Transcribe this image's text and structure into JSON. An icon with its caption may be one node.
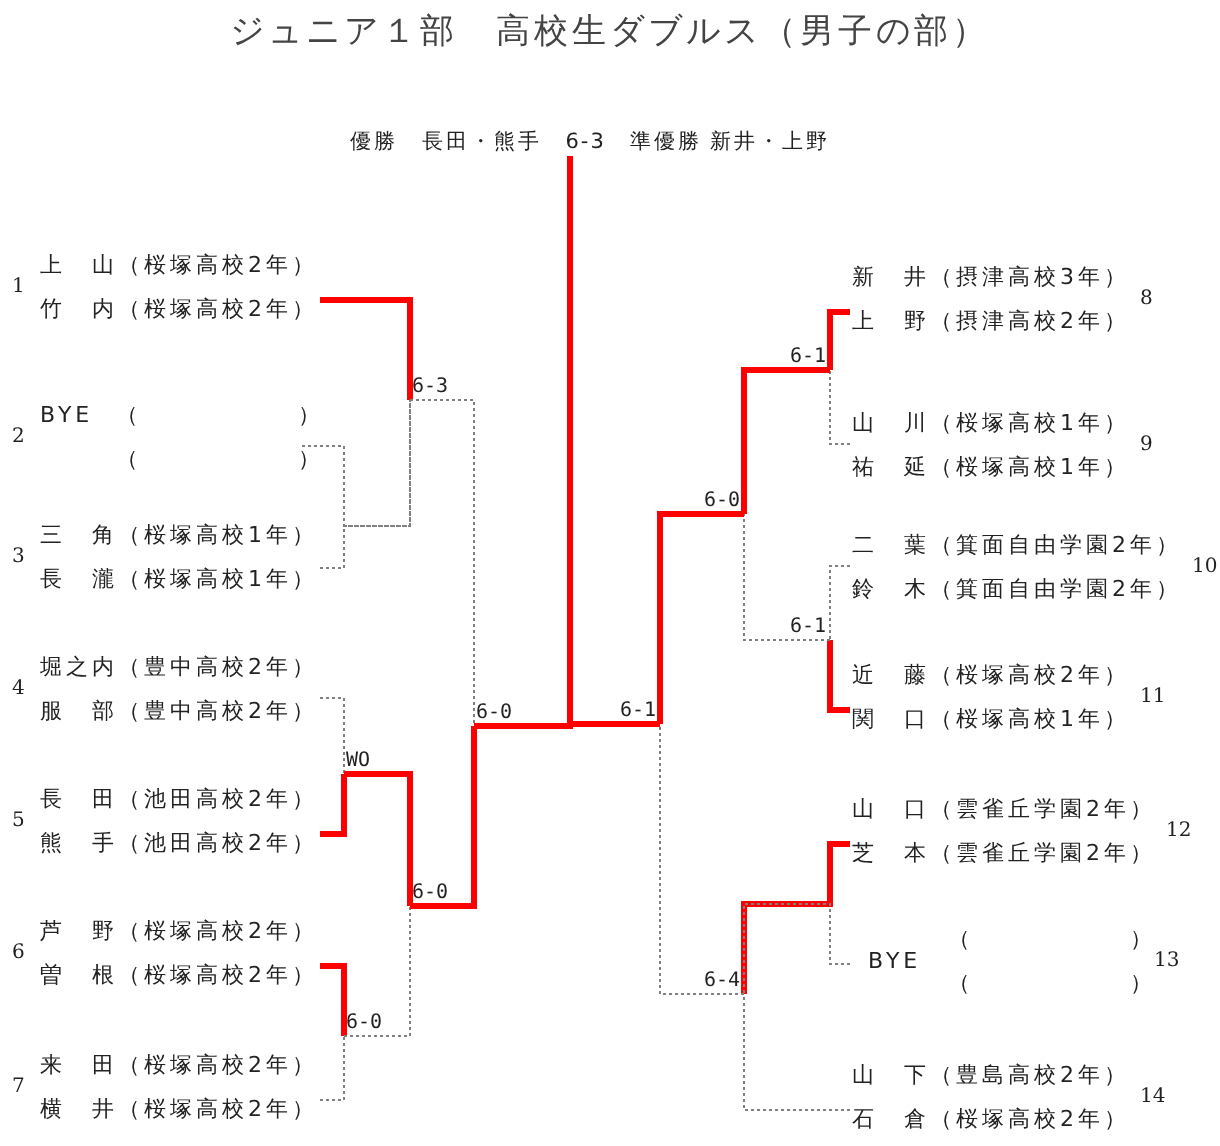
{
  "diagram": {
    "title": "ジュニア１部　高校生ダブルス（男子の部）",
    "nodes": [
      {
        "text": [
          "優勝　長田・熊手　6-3　準優勝 新井・上野"
        ]
      },
      {
        "text": [
          "上　山（桜塚高校2年）",
          "竹　内（桜塚高校2年）"
        ],
        "beside": [
          "1"
        ]
      },
      {
        "text": [
          "BYE",
          "（　　　　　　）",
          "（　　　　　　）"
        ],
        "beside": [
          "2"
        ]
      },
      {
        "text": [
          "三　角（桜塚高校1年）",
          "長　瀧（桜塚高校1年）"
        ],
        "beside": [
          "3"
        ]
      },
      {
        "text": [
          "堀之内（豊中高校2年）",
          "服　部（豊中高校2年）"
        ],
        "beside": [
          "4"
        ]
      },
      {
        "text": [
          "長　田（池田高校2年）",
          "熊　手（池田高校2年）"
        ],
        "beside": [
          "5"
        ]
      },
      {
        "text": [
          "芦　野（桜塚高校2年）",
          "曽　根（桜塚高校2年）"
        ],
        "beside": [
          "6"
        ]
      },
      {
        "text": [
          "来　田（桜塚高校2年）",
          "横　井（桜塚高校2年）"
        ],
        "beside": [
          "7"
        ]
      },
      {
        "text": [
          "新　井（摂津高校3年）",
          "上　野（摂津高校2年）"
        ],
        "beside": [
          "8"
        ]
      },
      {
        "text": [
          "山　川（桜塚高校1年）",
          "祐　延（桜塚高校1年）"
        ],
        "beside": [
          "9"
        ]
      },
      {
        "text": [
          "二　葉（箕面自由学園2年）",
          "鈴　木（箕面自由学園2年）"
        ],
        "beside": [
          "10"
        ]
      },
      {
        "text": [
          "近　藤（桜塚高校2年）",
          "関　口（桜塚高校1年）"
        ],
        "beside": [
          "11"
        ]
      },
      {
        "text": [
          "山　口（雲雀丘学園2年）",
          "芝　本（雲雀丘学園2年）"
        ],
        "beside": [
          "12"
        ]
      },
      {
        "text": [
          "BYE",
          "（　　　　　　）",
          "（　　　　　　）"
        ],
        "beside": [
          "13"
        ]
      },
      {
        "text": [
          "山　下（豊島高校2年）",
          "石　倉（桜塚高校2年）"
        ],
        "beside": [
          "14"
        ]
      },
      {
        "text": [
          "6-3"
        ]
      },
      {
        "text": [
          "WO"
        ]
      },
      {
        "text": [
          "6-0"
        ]
      },
      {
        "text": [
          "6-0"
        ]
      },
      {
        "text": [
          "6-0"
        ]
      },
      {
        "text": [
          "6-1"
        ]
      },
      {
        "text": [
          "6-1"
        ]
      },
      {
        "text": [
          "6-0"
        ]
      },
      {
        "text": [
          "6-4"
        ]
      },
      {
        "text": [
          "6-1"
        ]
      }
    ],
    "edges": [
      {
        "from": 1,
        "to": 15,
        "arrow": "none",
        "style": "thick",
        "color": "#ff0000"
      },
      {
        "from": 2,
        "to": 15,
        "arrow": "none",
        "style": "dashed",
        "color": "#808080"
      },
      {
        "from": 3,
        "to": 15,
        "arrow": "none",
        "style": "dashed",
        "color": "#808080"
      },
      {
        "from": 4,
        "to": 16,
        "arrow": "none",
        "style": "dashed",
        "color": "#808080"
      },
      {
        "from": 5,
        "to": 16,
        "arrow": "none",
        "style": "thick",
        "color": "#ff0000"
      },
      {
        "from": 6,
        "to": 17,
        "arrow": "none",
        "style": "thick",
        "color": "#ff0000"
      },
      {
        "from": 7,
        "to": 17,
        "arrow": "none",
        "style": "dashed",
        "color": "#808080"
      },
      {
        "from": 16,
        "to": 18,
        "arrow": "none",
        "style": "thick",
        "color": "#ff0000"
      },
      {
        "from": 17,
        "to": 18,
        "arrow": "none",
        "style": "dashed",
        "color": "#808080"
      },
      {
        "from": 15,
        "to": 19,
        "arrow": "none",
        "style": "dashed",
        "color": "#808080"
      },
      {
        "from": 18,
        "to": 19,
        "arrow": "none",
        "style": "thick",
        "color": "#ff0000"
      },
      {
        "from": 19,
        "to": 0,
        "arrow": "none",
        "style": "thick",
        "color": "#ff0000"
      },
      {
        "from": 8,
        "to": 20,
        "arrow": "none",
        "style": "thick",
        "color": "#ff0000"
      },
      {
        "from": 9,
        "to": 20,
        "arrow": "none",
        "style": "dashed",
        "color": "#808080"
      },
      {
        "from": 10,
        "to": 21,
        "arrow": "none",
        "style": "dashed",
        "color": "#808080"
      },
      {
        "from": 11,
        "to": 21,
        "arrow": "none",
        "style": "thick",
        "color": "#ff0000"
      },
      {
        "from": 20,
        "to": 22,
        "arrow": "none",
        "style": "thick",
        "color": "#ff0000"
      },
      {
        "from": 21,
        "to": 22,
        "arrow": "none",
        "style": "dashed",
        "color": "#808080"
      },
      {
        "from": 12,
        "to": 23,
        "arrow": "none",
        "style": "thick",
        "color": "#ff0000"
      },
      {
        "from": 13,
        "to": 23,
        "arrow": "none",
        "style": "dashed",
        "color": "#808080"
      },
      {
        "from": 14,
        "to": 23,
        "arrow": "none",
        "style": "dashed",
        "color": "#808080"
      },
      {
        "from": 22,
        "to": 24,
        "arrow": "none",
        "style": "thick",
        "color": "#ff0000"
      },
      {
        "from": 23,
        "to": 24,
        "arrow": "none",
        "style": "dashed",
        "color": "#808080"
      },
      {
        "from": 24,
        "to": 0,
        "arrow": "none",
        "style": "thick",
        "color": "#ff0000"
      }
    ]
  }
}
